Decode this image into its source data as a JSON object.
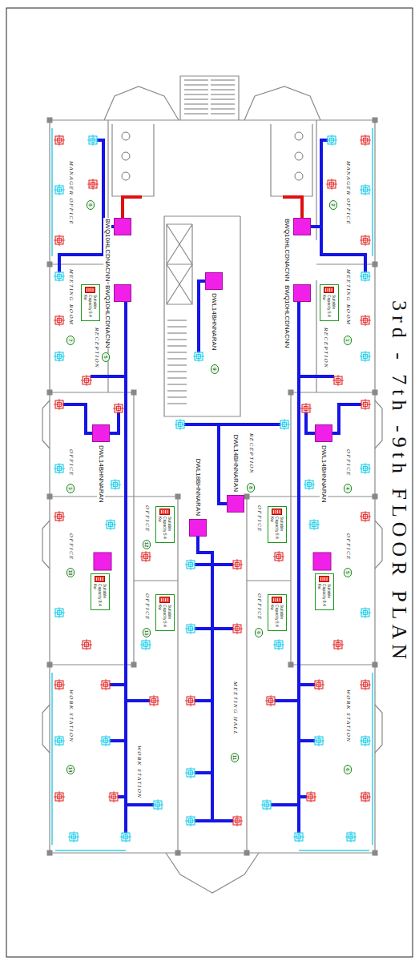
{
  "diagram": {
    "title": "3rd - 7th -9th FLOOR PLAN",
    "nodes": [
      {
        "text": [
          "BWQ10HLCDNACNN"
        ]
      },
      {
        "text": [
          "BWQ10HLCDNACNN"
        ]
      },
      {
        "text": [
          "Suitable Capacity 5.4 Kw"
        ]
      },
      {
        "text": [
          "BWQ10HLCDNACNN"
        ]
      },
      {
        "text": [
          "BWQ10HLCDNACNN"
        ]
      },
      {
        "text": [
          "Suitable Capacity 5.4 Kw"
        ]
      },
      {
        "text": [
          "DWL14BHNNARAN"
        ]
      },
      {
        "text": [
          "DWL14BHNNARAN"
        ]
      },
      {
        "text": [
          "DWL18BHNNARAN"
        ]
      },
      {
        "text": [
          "DWL14BHNNARAN"
        ]
      },
      {
        "text": [
          "Suitable Capacity 8.4 Kw"
        ]
      },
      {
        "text": [
          "DWL14BHNNARAN"
        ]
      },
      {
        "text": [
          "Suitable Capacity 8.4 Kw"
        ]
      },
      {
        "text": [
          "Suitable Capacity 5.4 Kw"
        ]
      },
      {
        "text": [
          "Suitable Capacity 5.4 Kw"
        ]
      },
      {
        "text": [
          "Suitable Capacity 5.4 Kw"
        ]
      },
      {
        "text": [
          "Suitable Capacity 5.4 Kw"
        ]
      }
    ],
    "labels": [
      "MANAGER OFFICE",
      "2",
      "MEETING ROOM",
      "1",
      "RECEPTION",
      "OFFICE",
      "4",
      "OFFICE",
      "5",
      "WORK STATION",
      "6",
      "OFFICE",
      "OFFICE",
      "6",
      "RECEPTION",
      "8",
      "9",
      "MEETING HALL",
      "11",
      "OFFICE",
      "12",
      "OFFICE",
      "13",
      "MANAGER OFFICE",
      "6",
      "MEETING ROOM",
      "7",
      "RECEPTION",
      "5",
      "OFFICE",
      "3",
      "OFFICE",
      "10",
      "WORK STATION",
      "WORK STATION",
      "14"
    ]
  }
}
